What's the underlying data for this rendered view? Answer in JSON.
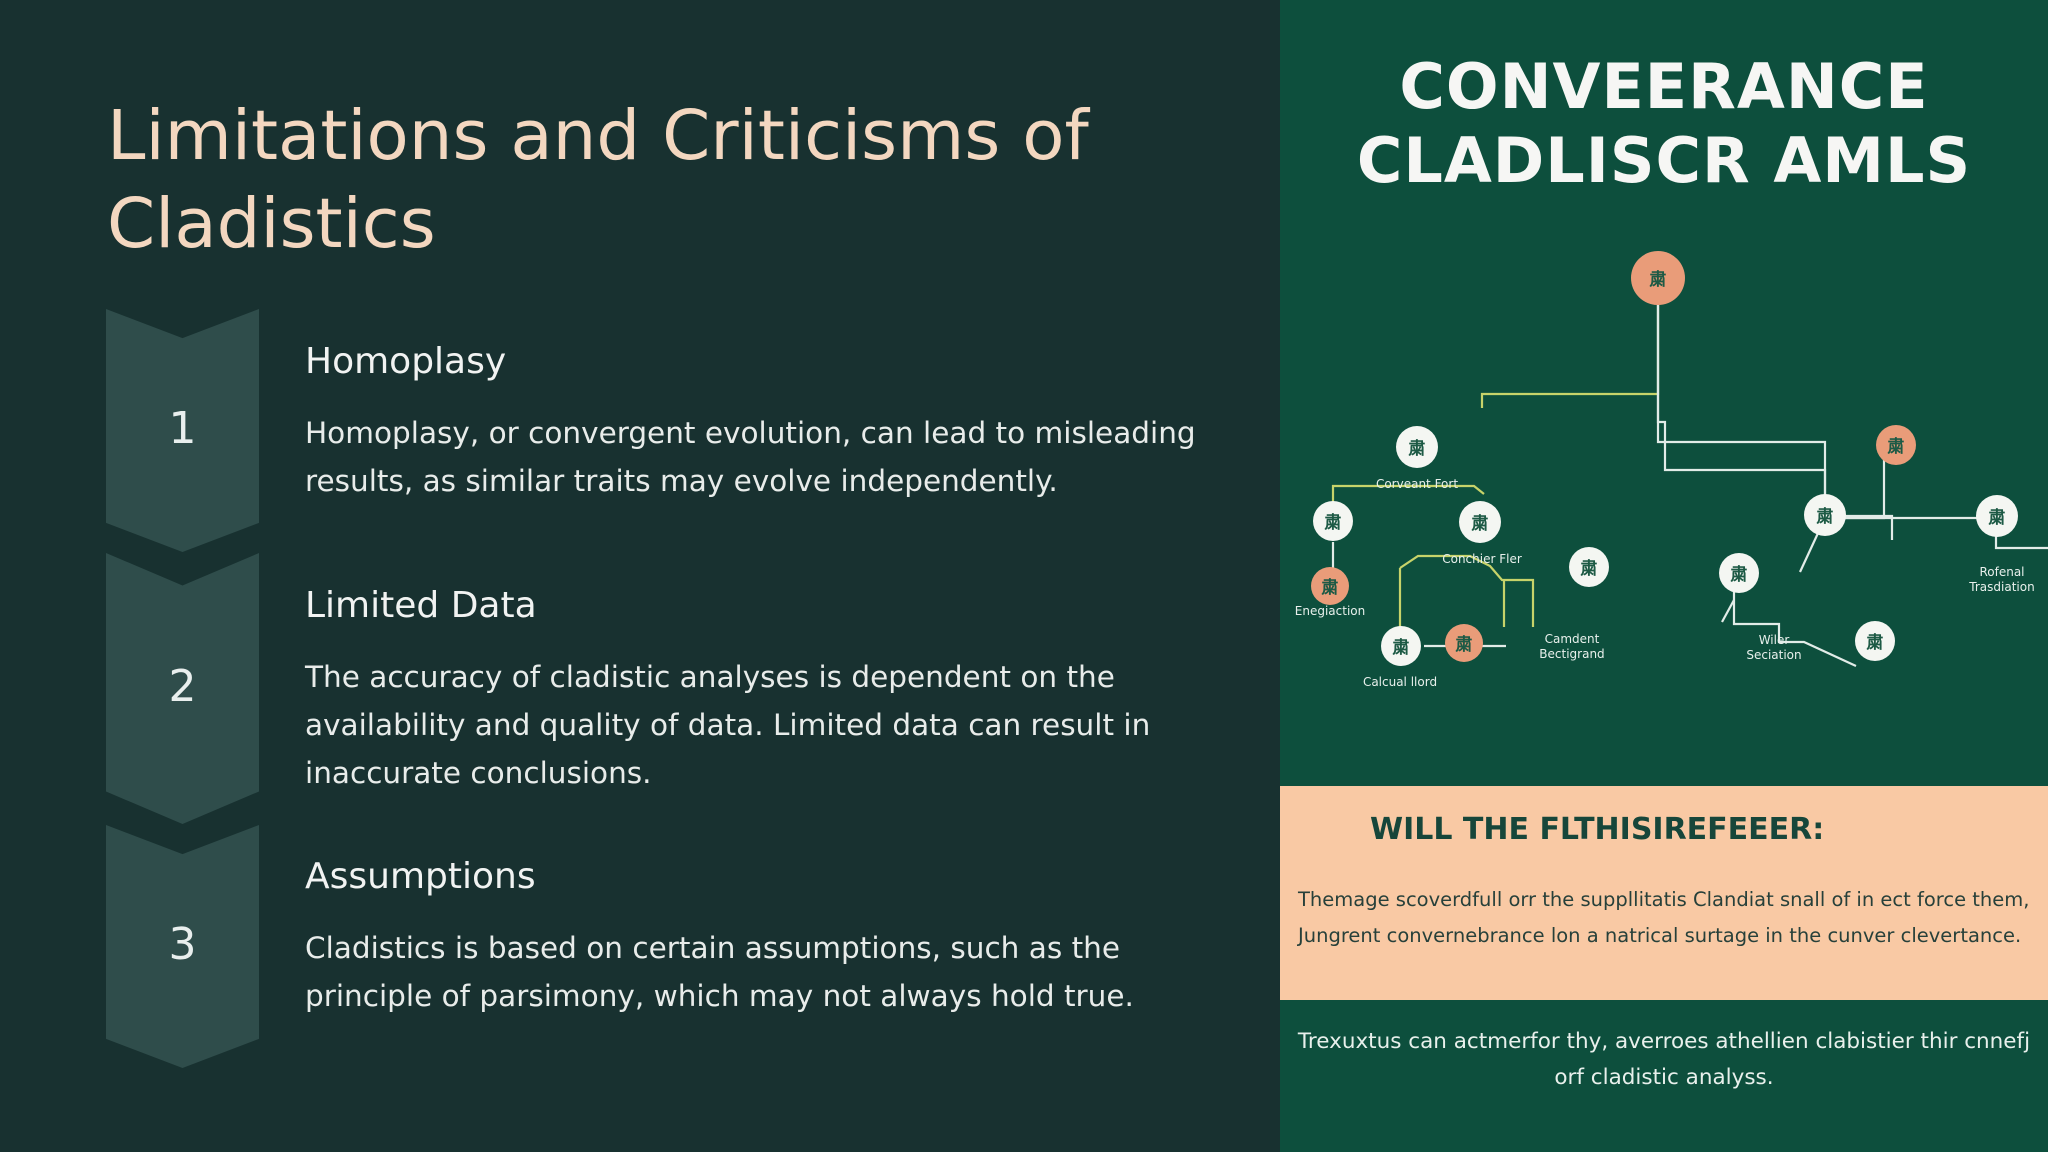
{
  "title": "Limitations and Criticisms of Cladistics",
  "items": [
    {
      "number": "1",
      "heading": "Homoplasy",
      "body": "Homoplasy, or convergent evolution, can lead to misleading results, as similar traits may evolve independently."
    },
    {
      "number": "2",
      "heading": "Limited Data",
      "body": "The accuracy of cladistic analyses is dependent on the availability and quality of data. Limited data can result in inaccurate conclusions."
    },
    {
      "number": "3",
      "heading": "Assumptions",
      "body": "Cladistics is based on certain assumptions, such as the principle of parsimony, which may not always hold true."
    }
  ],
  "infographic": {
    "title_line1": "CONVEERANCE",
    "title_line2": "CLADLISCR AMLS",
    "tree_labels": {
      "convergent": "Corveant Fort",
      "enegiaction": "Enegiaction",
      "conchier": "Conchier Fler",
      "calcual": "Calcual llord",
      "camdent_line1": "Camdent",
      "camdent_line2": "Bectigrand",
      "wiler_line1": "Wiler",
      "wiler_line2": "Seciation",
      "rofenal_line1": "Rofenal",
      "rofenal_line2": "Trasdiation"
    },
    "node_glyph": "粛",
    "band_heading": "WILL THE FLTHISIREFEEER:",
    "band_body": "Themage scoverdfull orr the suppllitatis Clandiat snall of in ect force them, Jungrent convernebrance lon a natrical surtage in the cunver clevertance.",
    "footer": "Trexuxtus can actmerfor thy, averroes athellien clabistier thir cnnefj orf cladistic analyss."
  },
  "colors": {
    "left_bg": "#183130",
    "title": "#f3d7c0",
    "chevron": "#2f4d4b",
    "right_bg": "#0d4f3d",
    "node_light": "#f4f6f2",
    "node_peach": "#e99c79",
    "band_bg": "#f9c9a4"
  }
}
